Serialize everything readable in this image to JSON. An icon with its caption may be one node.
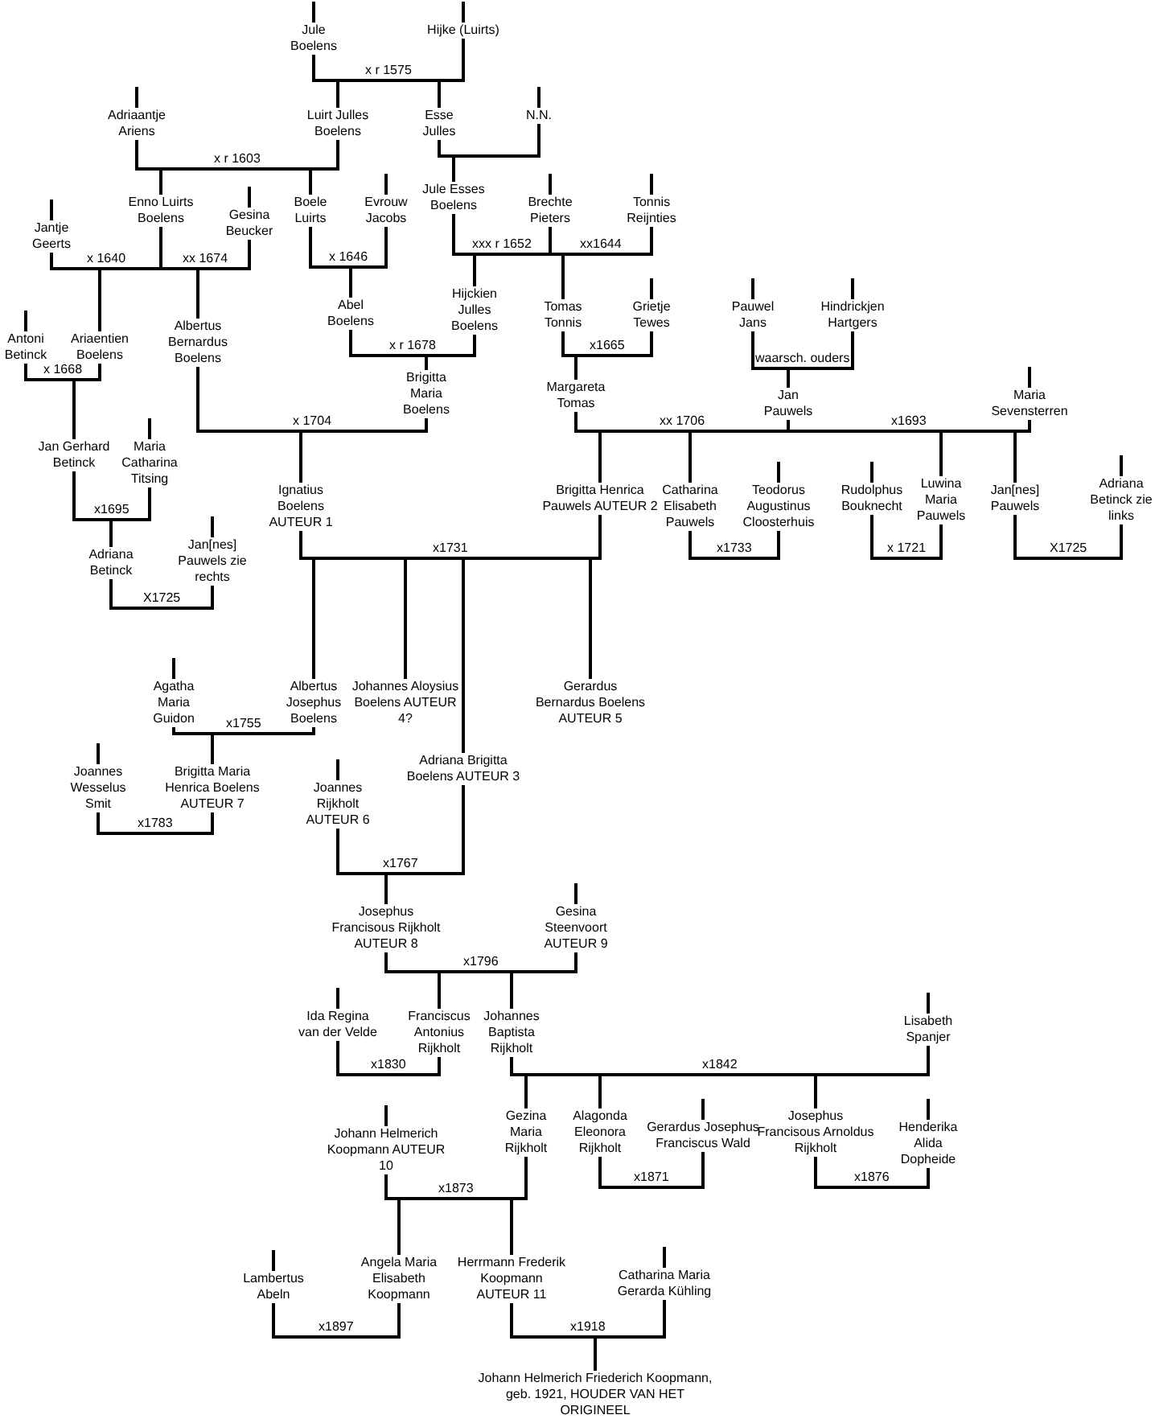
{
  "diagram": {
    "nodes": [
      {
        "text": [
          "Jule Boelens"
        ]
      },
      {
        "text": [
          "Hijke (Luirts)"
        ]
      },
      {
        "text": [
          "Adriaantje Ariens"
        ]
      },
      {
        "text": [
          "Luirt Julles Boelens"
        ]
      },
      {
        "text": [
          "Esse Julles"
        ]
      },
      {
        "text": [
          "N.N."
        ]
      },
      {
        "text": [
          "Enno Luirts Boelens"
        ]
      },
      {
        "text": [
          "Gesina Beucker"
        ]
      },
      {
        "text": [
          "Boele Luirts"
        ]
      },
      {
        "text": [
          "Evrouw Jacobs"
        ]
      },
      {
        "text": [
          "Jule Esses Boelens"
        ]
      },
      {
        "text": [
          "Brechte Pieters"
        ]
      },
      {
        "text": [
          "Tonnis Reijnties"
        ]
      },
      {
        "text": [
          "Jantje Geerts"
        ]
      },
      {
        "text": [
          "Antoni Betinck"
        ]
      },
      {
        "text": [
          "Ariaentien Boelens"
        ]
      },
      {
        "text": [
          "Albertus Bernardus Boelens"
        ]
      },
      {
        "text": [
          "Abel Boelens"
        ]
      },
      {
        "text": [
          "Hijckien Julles Boelens"
        ]
      },
      {
        "text": [
          "Tomas Tonnis"
        ]
      },
      {
        "text": [
          "Grietje Tewes"
        ]
      },
      {
        "text": [
          "Pauwel Jans"
        ]
      },
      {
        "text": [
          "Hindrickjen Hartgers"
        ]
      },
      {
        "text": [
          "Brigitta Maria Boelens"
        ]
      },
      {
        "text": [
          "Margareta Tomas"
        ]
      },
      {
        "text": [
          "Jan Pauwels"
        ]
      },
      {
        "text": [
          "Maria Sevensterren"
        ]
      },
      {
        "text": [
          "Jan Gerhard Betinck"
        ]
      },
      {
        "text": [
          "Maria Catharina Titsing"
        ]
      },
      {
        "text": [
          "Ignatius Boelens AUTEUR 1"
        ]
      },
      {
        "text": [
          "Brigitta Henrica Pauwels AUTEUR 2"
        ]
      },
      {
        "text": [
          "Catharina Elisabeth Pauwels"
        ]
      },
      {
        "text": [
          "Teodorus Augustinus Cloosterhuis"
        ]
      },
      {
        "text": [
          "Rudolphus Bouknecht"
        ]
      },
      {
        "text": [
          "Luwina Maria Pauwels"
        ]
      },
      {
        "text": [
          "Jan[nes] Pauwels"
        ]
      },
      {
        "text": [
          "Adriana Betinck zie links"
        ]
      },
      {
        "text": [
          "Adriana Betinck"
        ]
      },
      {
        "text": [
          "Jan[nes] Pauwels zie rechts"
        ]
      },
      {
        "text": [
          "Agatha Maria Guidon"
        ]
      },
      {
        "text": [
          "Albertus Josephus Boelens"
        ]
      },
      {
        "text": [
          "Johannes Aloysius Boelens AUTEUR 4?"
        ]
      },
      {
        "text": [
          "Gerardus Bernardus Boelens AUTEUR 5"
        ]
      },
      {
        "text": [
          "Joannes Wesselus Smit"
        ]
      },
      {
        "text": [
          "Brigitta Maria Henrica Boelens AUTEUR 7"
        ]
      },
      {
        "text": [
          "Joannes Rijkholt AUTEUR 6"
        ]
      },
      {
        "text": [
          "Adriana Brigitta Boelens AUTEUR 3"
        ]
      },
      {
        "text": [
          "Josephus Francisous Rijkholt AUTEUR 8"
        ]
      },
      {
        "text": [
          "Gesina Steenvoort AUTEUR 9"
        ]
      },
      {
        "text": [
          "Ida Regina van der Velde"
        ]
      },
      {
        "text": [
          "Franciscus Antonius Rijkholt"
        ]
      },
      {
        "text": [
          "Johannes Baptista Rijkholt"
        ]
      },
      {
        "text": [
          "Lisabeth Spanjer"
        ]
      },
      {
        "text": [
          "Johann Helmerich Koopmann AUTEUR 10"
        ]
      },
      {
        "text": [
          "Gezina Maria Rijkholt"
        ]
      },
      {
        "text": [
          "Alagonda Eleonora Rijkholt"
        ]
      },
      {
        "text": [
          "Gerardus Josephus Franciscus Wald"
        ]
      },
      {
        "text": [
          "Josephus Francisous Arnoldus Rijkholt"
        ]
      },
      {
        "text": [
          "Henderika Alida Dopheide"
        ]
      },
      {
        "text": [
          "Lambertus Abeln"
        ]
      },
      {
        "text": [
          "Angela Maria Elisabeth Koopmann"
        ]
      },
      {
        "text": [
          "Herrmann Frederik Koopmann AUTEUR 11"
        ]
      },
      {
        "text": [
          "Catharina Maria Gerarda Kühling"
        ]
      },
      {
        "text": [
          "Johann Helmerich Friederich Koopmann, geb. 1921, HOUDER VAN HET ORIGINEEL"
        ]
      }
    ],
    "edges": [
      {
        "from": null,
        "to": 0,
        "arrow": "none"
      },
      {
        "from": null,
        "to": 1,
        "arrow": "none"
      },
      {
        "from": 0,
        "to": 1,
        "arrow": "none",
        "label": "x r 1575"
      },
      {
        "from": 0,
        "to": 3,
        "arrow": "none"
      },
      {
        "from": 1,
        "to": 3,
        "arrow": "none"
      },
      {
        "from": 0,
        "to": 4,
        "arrow": "none"
      },
      {
        "from": 1,
        "to": 4,
        "arrow": "none"
      },
      {
        "from": null,
        "to": 2,
        "arrow": "none"
      },
      {
        "from": 2,
        "to": 3,
        "arrow": "none",
        "label": "x r 1603"
      },
      {
        "from": 2,
        "to": 6,
        "arrow": "none"
      },
      {
        "from": 3,
        "to": 6,
        "arrow": "none"
      },
      {
        "from": 2,
        "to": 8,
        "arrow": "none"
      },
      {
        "from": 3,
        "to": 8,
        "arrow": "none"
      },
      {
        "from": null,
        "to": 5,
        "arrow": "none"
      },
      {
        "from": 4,
        "to": 5,
        "arrow": "none"
      },
      {
        "from": 4,
        "to": 10,
        "arrow": "none"
      },
      {
        "from": 5,
        "to": 10,
        "arrow": "none"
      },
      {
        "from": null,
        "to": 13,
        "arrow": "none"
      },
      {
        "from": 13,
        "to": 6,
        "arrow": "none",
        "label": "x 1640"
      },
      {
        "from": 13,
        "to": 15,
        "arrow": "none"
      },
      {
        "from": 6,
        "to": 15,
        "arrow": "none"
      },
      {
        "from": null,
        "to": 7,
        "arrow": "none"
      },
      {
        "from": 6,
        "to": 7,
        "arrow": "none",
        "label": "xx 1674"
      },
      {
        "from": 6,
        "to": 16,
        "arrow": "none"
      },
      {
        "from": 7,
        "to": 16,
        "arrow": "none"
      },
      {
        "from": null,
        "to": 9,
        "arrow": "none"
      },
      {
        "from": 8,
        "to": 9,
        "arrow": "none",
        "label": "x 1646"
      },
      {
        "from": 8,
        "to": 17,
        "arrow": "none"
      },
      {
        "from": 9,
        "to": 17,
        "arrow": "none"
      },
      {
        "from": null,
        "to": 11,
        "arrow": "none"
      },
      {
        "from": 10,
        "to": 11,
        "arrow": "none",
        "label": "xxx r 1652"
      },
      {
        "from": 10,
        "to": 18,
        "arrow": "none"
      },
      {
        "from": 11,
        "to": 18,
        "arrow": "none"
      },
      {
        "from": null,
        "to": 12,
        "arrow": "none"
      },
      {
        "from": 11,
        "to": 12,
        "arrow": "none",
        "label": "xx1644"
      },
      {
        "from": 11,
        "to": 19,
        "arrow": "none"
      },
      {
        "from": 12,
        "to": 19,
        "arrow": "none"
      },
      {
        "from": null,
        "to": 14,
        "arrow": "none"
      },
      {
        "from": 14,
        "to": 15,
        "arrow": "none",
        "label": "x 1668"
      },
      {
        "from": 14,
        "to": 27,
        "arrow": "none"
      },
      {
        "from": 15,
        "to": 27,
        "arrow": "none"
      },
      {
        "from": 17,
        "to": 18,
        "arrow": "none",
        "label": "x r 1678"
      },
      {
        "from": 17,
        "to": 23,
        "arrow": "none"
      },
      {
        "from": 18,
        "to": 23,
        "arrow": "none"
      },
      {
        "from": null,
        "to": 20,
        "arrow": "none"
      },
      {
        "from": 19,
        "to": 20,
        "arrow": "none",
        "label": "x1665"
      },
      {
        "from": 19,
        "to": 24,
        "arrow": "none"
      },
      {
        "from": 20,
        "to": 24,
        "arrow": "none"
      },
      {
        "from": null,
        "to": 21,
        "arrow": "none"
      },
      {
        "from": null,
        "to": 22,
        "arrow": "none"
      },
      {
        "from": 21,
        "to": 22,
        "arrow": "none",
        "label": "waarsch. ouders"
      },
      {
        "from": 21,
        "to": 25,
        "arrow": "none"
      },
      {
        "from": 22,
        "to": 25,
        "arrow": "none"
      },
      {
        "from": 16,
        "to": 23,
        "arrow": "none",
        "label": "x 1704"
      },
      {
        "from": 16,
        "to": 29,
        "arrow": "none"
      },
      {
        "from": 23,
        "to": 29,
        "arrow": "none"
      },
      {
        "from": 24,
        "to": 25,
        "arrow": "none",
        "label": "xx 1706"
      },
      {
        "from": 24,
        "to": 30,
        "arrow": "none"
      },
      {
        "from": 25,
        "to": 30,
        "arrow": "none"
      },
      {
        "from": 24,
        "to": 31,
        "arrow": "none"
      },
      {
        "from": 25,
        "to": 31,
        "arrow": "none"
      },
      {
        "from": null,
        "to": 26,
        "arrow": "none"
      },
      {
        "from": 25,
        "to": 26,
        "arrow": "none",
        "label": "x1693"
      },
      {
        "from": 25,
        "to": 34,
        "arrow": "none"
      },
      {
        "from": 26,
        "to": 34,
        "arrow": "none"
      },
      {
        "from": 25,
        "to": 35,
        "arrow": "none"
      },
      {
        "from": 26,
        "to": 35,
        "arrow": "none"
      },
      {
        "from": null,
        "to": 28,
        "arrow": "none"
      },
      {
        "from": 27,
        "to": 28,
        "arrow": "none",
        "label": "x1695"
      },
      {
        "from": 27,
        "to": 37,
        "arrow": "none"
      },
      {
        "from": 28,
        "to": 37,
        "arrow": "none"
      },
      {
        "from": null,
        "to": 38,
        "arrow": "none"
      },
      {
        "from": 37,
        "to": 38,
        "arrow": "none",
        "label": "X1725"
      },
      {
        "from": 29,
        "to": 30,
        "arrow": "none",
        "label": "x1731"
      },
      {
        "from": 29,
        "to": 40,
        "arrow": "none"
      },
      {
        "from": 30,
        "to": 40,
        "arrow": "none"
      },
      {
        "from": 29,
        "to": 41,
        "arrow": "none"
      },
      {
        "from": 30,
        "to": 41,
        "arrow": "none"
      },
      {
        "from": 29,
        "to": 46,
        "arrow": "none"
      },
      {
        "from": 30,
        "to": 46,
        "arrow": "none"
      },
      {
        "from": 29,
        "to": 42,
        "arrow": "none"
      },
      {
        "from": 30,
        "to": 42,
        "arrow": "none"
      },
      {
        "from": null,
        "to": 32,
        "arrow": "none"
      },
      {
        "from": 31,
        "to": 32,
        "arrow": "none",
        "label": "x1733"
      },
      {
        "from": null,
        "to": 33,
        "arrow": "none"
      },
      {
        "from": 33,
        "to": 34,
        "arrow": "none",
        "label": "x 1721"
      },
      {
        "from": null,
        "to": 36,
        "arrow": "none"
      },
      {
        "from": 35,
        "to": 36,
        "arrow": "none",
        "label": "X1725"
      },
      {
        "from": null,
        "to": 39,
        "arrow": "none"
      },
      {
        "from": 39,
        "to": 40,
        "arrow": "none",
        "label": "x1755"
      },
      {
        "from": 39,
        "to": 44,
        "arrow": "none"
      },
      {
        "from": 40,
        "to": 44,
        "arrow": "none"
      },
      {
        "from": null,
        "to": 43,
        "arrow": "none"
      },
      {
        "from": 43,
        "to": 44,
        "arrow": "none",
        "label": "x1783"
      },
      {
        "from": null,
        "to": 45,
        "arrow": "none"
      },
      {
        "from": 45,
        "to": 46,
        "arrow": "none",
        "label": "x1767"
      },
      {
        "from": 45,
        "to": 47,
        "arrow": "none"
      },
      {
        "from": 46,
        "to": 47,
        "arrow": "none"
      },
      {
        "from": null,
        "to": 48,
        "arrow": "none"
      },
      {
        "from": 47,
        "to": 48,
        "arrow": "none",
        "label": "x1796"
      },
      {
        "from": 47,
        "to": 50,
        "arrow": "none"
      },
      {
        "from": 48,
        "to": 50,
        "arrow": "none"
      },
      {
        "from": 47,
        "to": 51,
        "arrow": "none"
      },
      {
        "from": 48,
        "to": 51,
        "arrow": "none"
      },
      {
        "from": null,
        "to": 49,
        "arrow": "none"
      },
      {
        "from": 49,
        "to": 50,
        "arrow": "none",
        "label": "x1830"
      },
      {
        "from": null,
        "to": 52,
        "arrow": "none"
      },
      {
        "from": 51,
        "to": 52,
        "arrow": "none",
        "label": "x1842"
      },
      {
        "from": 51,
        "to": 54,
        "arrow": "none"
      },
      {
        "from": 52,
        "to": 54,
        "arrow": "none"
      },
      {
        "from": 51,
        "to": 55,
        "arrow": "none"
      },
      {
        "from": 52,
        "to": 55,
        "arrow": "none"
      },
      {
        "from": 51,
        "to": 57,
        "arrow": "none"
      },
      {
        "from": 52,
        "to": 57,
        "arrow": "none"
      },
      {
        "from": null,
        "to": 56,
        "arrow": "none"
      },
      {
        "from": 55,
        "to": 56,
        "arrow": "none",
        "label": "x1871"
      },
      {
        "from": null,
        "to": 58,
        "arrow": "none"
      },
      {
        "from": 57,
        "to": 58,
        "arrow": "none",
        "label": "x1876"
      },
      {
        "from": null,
        "to": 53,
        "arrow": "none"
      },
      {
        "from": 53,
        "to": 54,
        "arrow": "none",
        "label": "x1873"
      },
      {
        "from": 53,
        "to": 60,
        "arrow": "none"
      },
      {
        "from": 54,
        "to": 60,
        "arrow": "none"
      },
      {
        "from": 53,
        "to": 61,
        "arrow": "none"
      },
      {
        "from": 54,
        "to": 61,
        "arrow": "none"
      },
      {
        "from": null,
        "to": 59,
        "arrow": "none"
      },
      {
        "from": 59,
        "to": 60,
        "arrow": "none",
        "label": "x1897"
      },
      {
        "from": null,
        "to": 62,
        "arrow": "none"
      },
      {
        "from": 61,
        "to": 62,
        "arrow": "none",
        "label": "x1918"
      },
      {
        "from": 61,
        "to": 63,
        "arrow": "none"
      },
      {
        "from": 62,
        "to": 63,
        "arrow": "none"
      }
    ]
  }
}
